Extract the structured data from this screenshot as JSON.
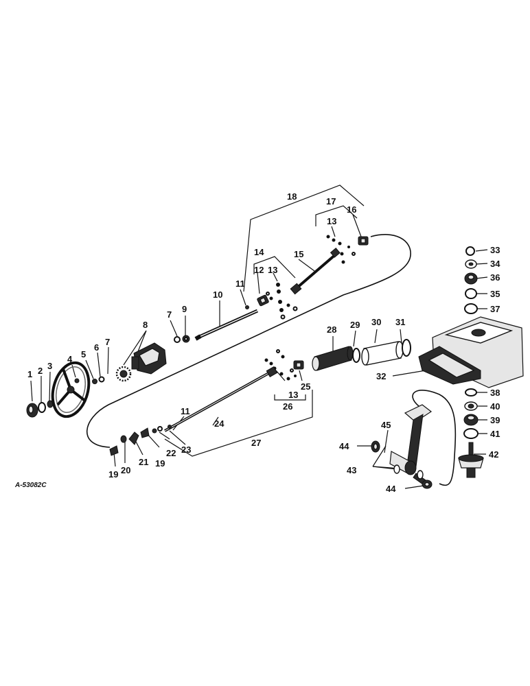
{
  "diagram": {
    "reference_code": "A-53082C",
    "callouts": [
      {
        "id": "c1",
        "label": "1"
      },
      {
        "id": "c2",
        "label": "2"
      },
      {
        "id": "c3",
        "label": "3"
      },
      {
        "id": "c4",
        "label": "4"
      },
      {
        "id": "c5",
        "label": "5"
      },
      {
        "id": "c6",
        "label": "6"
      },
      {
        "id": "c7a",
        "label": "7"
      },
      {
        "id": "c7b",
        "label": "7"
      },
      {
        "id": "c8",
        "label": "8"
      },
      {
        "id": "c9",
        "label": "9"
      },
      {
        "id": "c10",
        "label": "10"
      },
      {
        "id": "c11a",
        "label": "11"
      },
      {
        "id": "c11b",
        "label": "11"
      },
      {
        "id": "c12",
        "label": "12"
      },
      {
        "id": "c13a",
        "label": "13"
      },
      {
        "id": "c13b",
        "label": "13"
      },
      {
        "id": "c13c",
        "label": "13"
      },
      {
        "id": "c14",
        "label": "14"
      },
      {
        "id": "c15",
        "label": "15"
      },
      {
        "id": "c16",
        "label": "16"
      },
      {
        "id": "c17",
        "label": "17"
      },
      {
        "id": "c18",
        "label": "18"
      },
      {
        "id": "c19a",
        "label": "19"
      },
      {
        "id": "c19b",
        "label": "19"
      },
      {
        "id": "c20",
        "label": "20"
      },
      {
        "id": "c21",
        "label": "21"
      },
      {
        "id": "c22",
        "label": "22"
      },
      {
        "id": "c23",
        "label": "23"
      },
      {
        "id": "c24",
        "label": "24"
      },
      {
        "id": "c25",
        "label": "25"
      },
      {
        "id": "c26",
        "label": "26"
      },
      {
        "id": "c27",
        "label": "27"
      },
      {
        "id": "c28",
        "label": "28"
      },
      {
        "id": "c29",
        "label": "29"
      },
      {
        "id": "c30",
        "label": "30"
      },
      {
        "id": "c31",
        "label": "31"
      },
      {
        "id": "c32",
        "label": "32"
      },
      {
        "id": "c33",
        "label": "33"
      },
      {
        "id": "c34",
        "label": "34"
      },
      {
        "id": "c35",
        "label": "35"
      },
      {
        "id": "c36",
        "label": "36"
      },
      {
        "id": "c37",
        "label": "37"
      },
      {
        "id": "c38",
        "label": "38"
      },
      {
        "id": "c39",
        "label": "39"
      },
      {
        "id": "c40",
        "label": "40"
      },
      {
        "id": "c41",
        "label": "41"
      },
      {
        "id": "c42",
        "label": "42"
      },
      {
        "id": "c43",
        "label": "43"
      },
      {
        "id": "c44a",
        "label": "44"
      },
      {
        "id": "c44b",
        "label": "44"
      },
      {
        "id": "c45",
        "label": "45"
      }
    ]
  }
}
